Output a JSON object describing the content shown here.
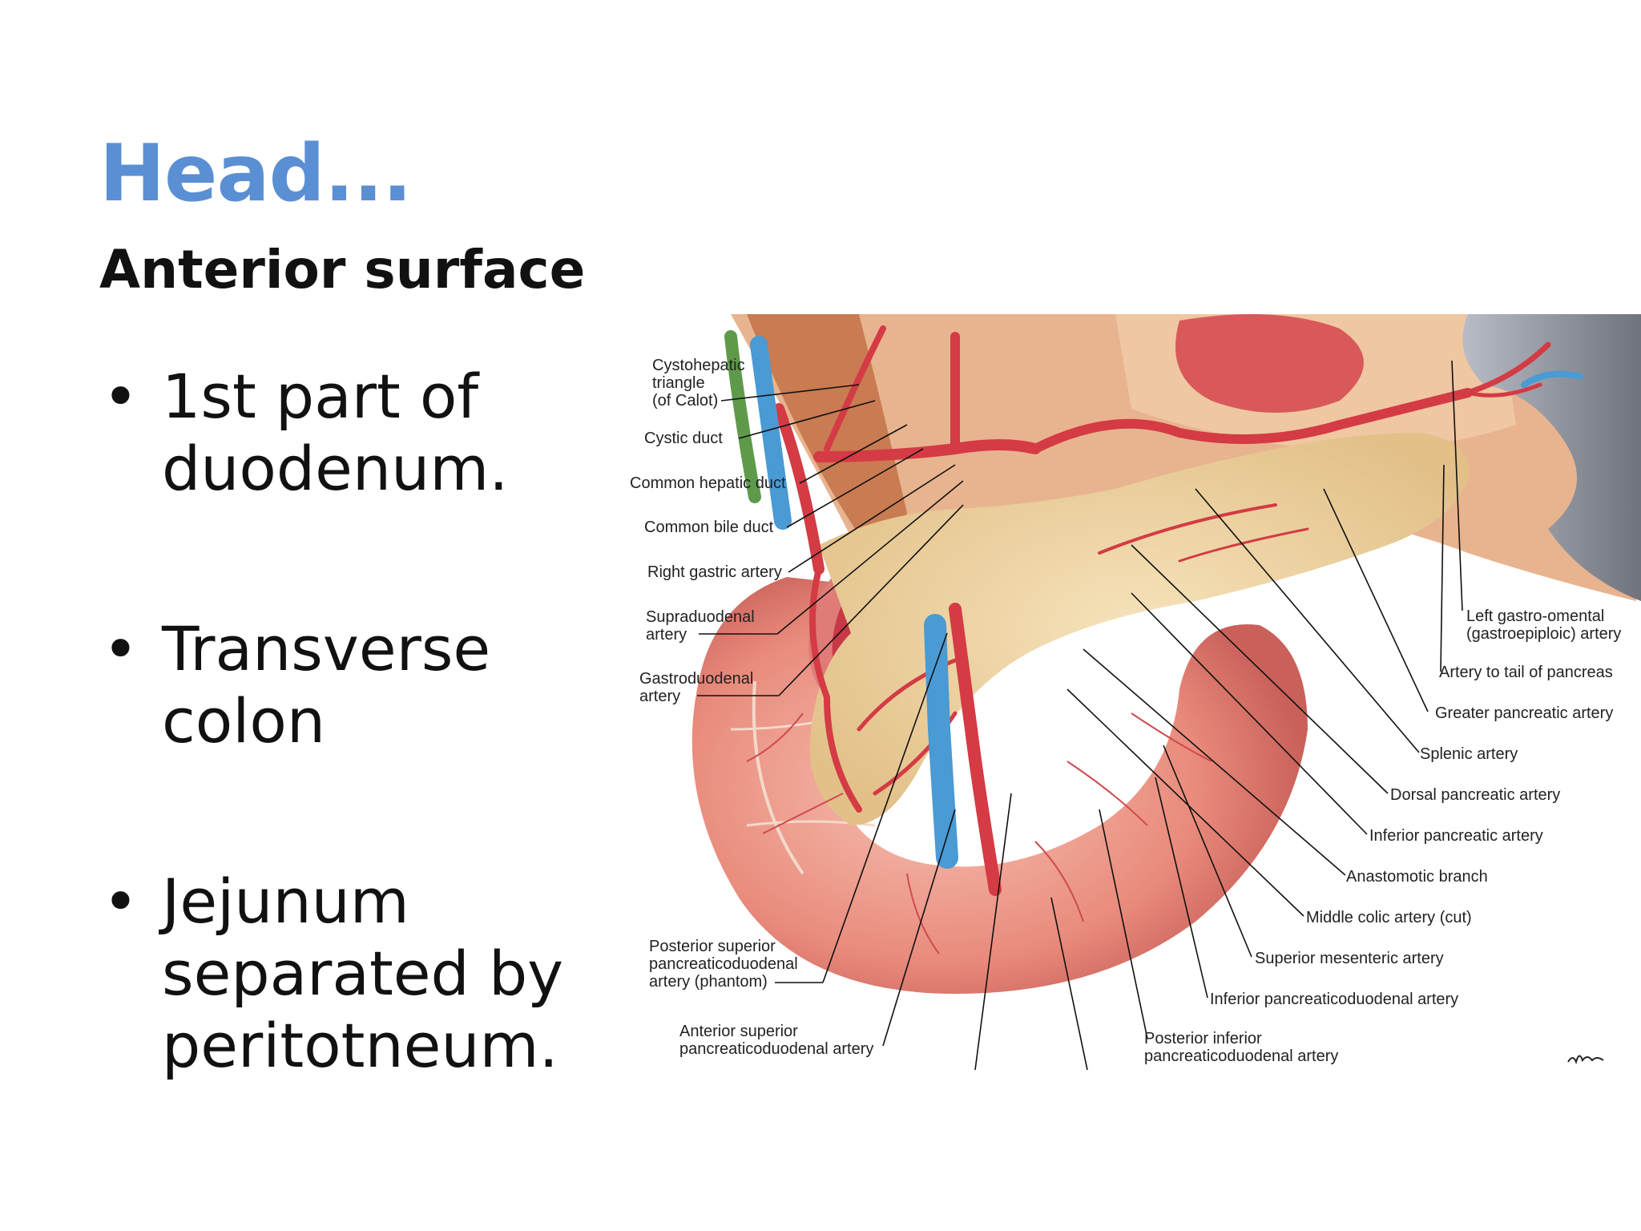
{
  "slide": {
    "title": "Head...",
    "subtitle": "Anterior surface",
    "bullets": [
      {
        "line1": "1st part of",
        "line2": "duodenum."
      },
      {
        "line1": "Transverse",
        "line2": "colon"
      },
      {
        "line1": "Jejunum",
        "line2": "separated by",
        "line3": "peritotneum."
      }
    ]
  },
  "figure": {
    "labels": {
      "cystohepatic": [
        "Cystohepatic",
        "triangle",
        "(of Calot)"
      ],
      "cystic_duct": "Cystic duct",
      "common_hepatic_duct": "Common hepatic duct",
      "common_bile_duct": "Common bile duct",
      "right_gastric": "Right gastric artery",
      "supraduodenal": [
        "Supraduodenal",
        "artery"
      ],
      "gastroduodenal": [
        "Gastroduodenal",
        "artery"
      ],
      "posterior_superior": [
        "Posterior superior",
        "pancreaticoduodenal",
        "artery (phantom)"
      ],
      "anterior_superior": [
        "Anterior superior",
        "pancreaticoduodenal artery"
      ],
      "left_gastro_omental": [
        "Left gastro-omental",
        "(gastroepiploic) artery"
      ],
      "artery_tail": "Artery to tail of pancreas",
      "greater_pancreatic": "Greater pancreatic artery",
      "splenic": "Splenic artery",
      "dorsal_pancreatic": "Dorsal pancreatic artery",
      "inferior_pancreatic": "Inferior pancreatic artery",
      "anastomotic": "Anastomotic branch",
      "middle_colic": "Middle colic artery (cut)",
      "superior_mesenteric": "Superior mesenteric artery",
      "inferior_pd": "Inferior pancreaticoduodenal artery",
      "posterior_inferior": [
        "Posterior inferior",
        "pancreaticoduodenal artery"
      ]
    }
  }
}
